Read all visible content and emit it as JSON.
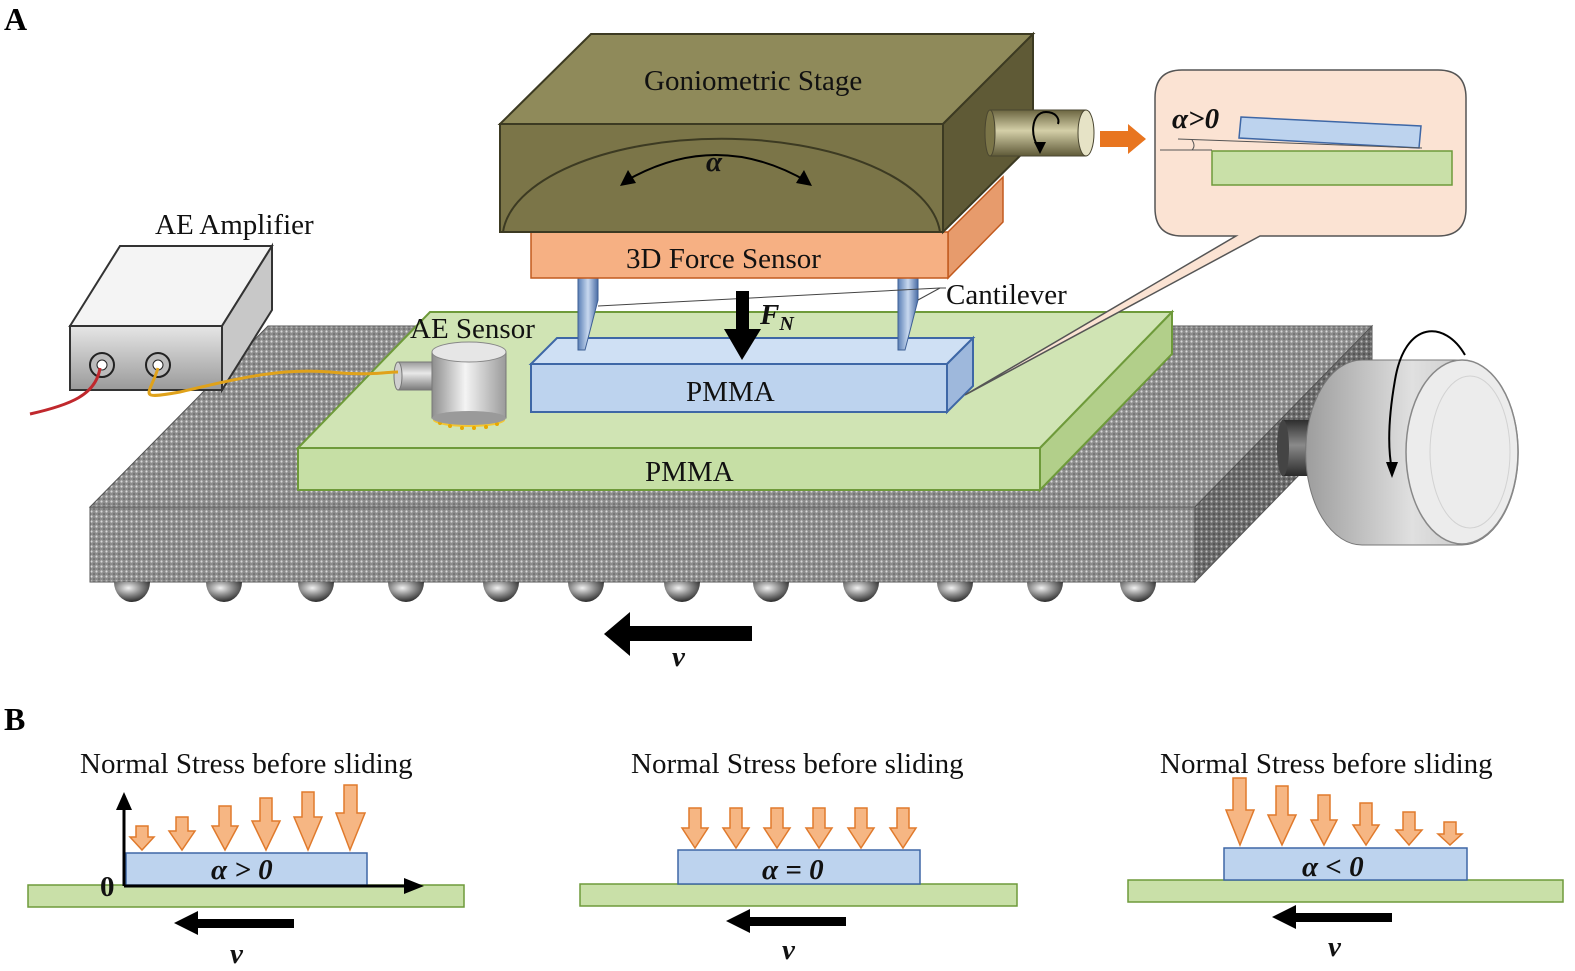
{
  "panel_a": {
    "letter": "A",
    "goniometric_stage": "Goniometric Stage",
    "alpha": "α",
    "force_sensor": "3D Force Sensor",
    "cantilever": "Cantilever",
    "fn_main": "F",
    "fn_sub": "N",
    "ae_amplifier": "AE Amplifier",
    "ae_sensor": "AE Sensor",
    "pmma_top": "PMMA",
    "pmma_bottom": "PMMA",
    "inset_alpha": "α>0",
    "velocity": "v"
  },
  "panel_b": {
    "letter": "B",
    "origin": "0",
    "diagrams": [
      {
        "title": "Normal Stress before sliding",
        "alpha": "α > 0",
        "velocity": "v"
      },
      {
        "title": "Normal Stress before sliding",
        "alpha": "α = 0",
        "velocity": "v"
      },
      {
        "title": "Normal Stress before sliding",
        "alpha": "α < 0",
        "velocity": "v"
      }
    ]
  },
  "colors": {
    "goniometric": "#7b7548",
    "force_sensor": "#f6b083",
    "pmma_blue": "#bdd3ee",
    "pmma_green": "#c9e0a8",
    "stress_arrow": "#f6b683",
    "inset_bg": "#fbe3d3"
  }
}
